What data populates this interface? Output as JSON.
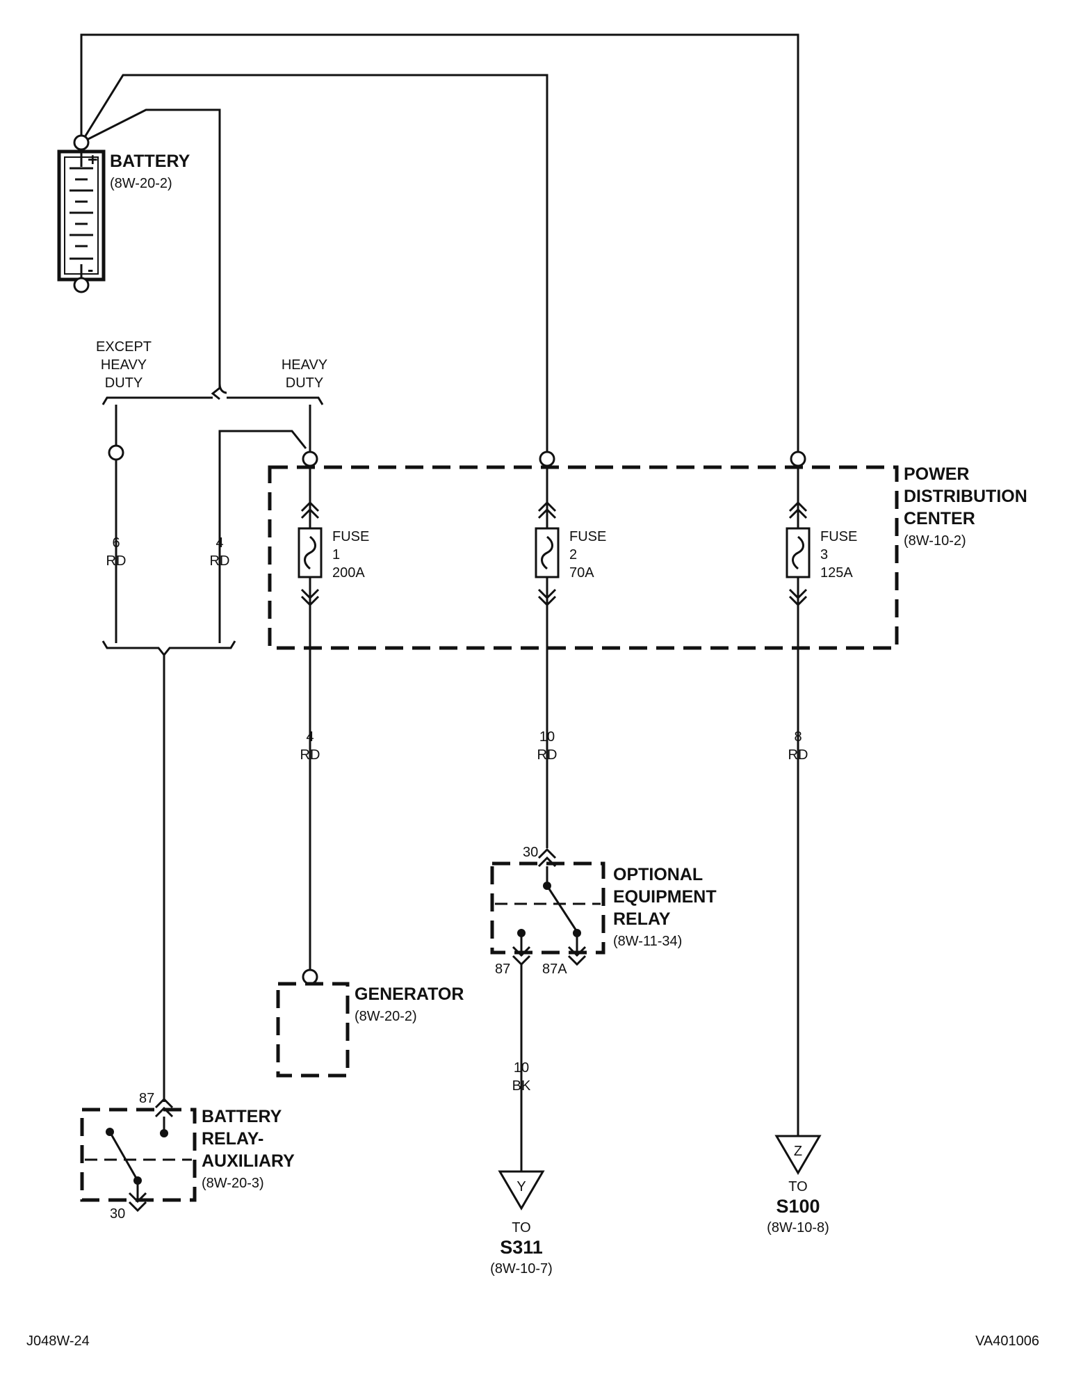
{
  "battery": {
    "name": "BATTERY",
    "ref": "(8W-20-2)",
    "plus": "+",
    "minus": "-"
  },
  "options": {
    "except_heavy_duty": [
      "EXCEPT",
      "HEAVY",
      "DUTY"
    ],
    "heavy_duty": [
      "HEAVY",
      "DUTY"
    ]
  },
  "pdc": {
    "name": [
      "POWER",
      "DISTRIBUTION",
      "CENTER"
    ],
    "ref": "(8W-10-2)"
  },
  "fuses": [
    {
      "label": "FUSE",
      "number": "1",
      "rating": "200A"
    },
    {
      "label": "FUSE",
      "number": "2",
      "rating": "70A"
    },
    {
      "label": "FUSE",
      "number": "3",
      "rating": "125A"
    }
  ],
  "wires": {
    "w6rd": {
      "gauge": "6",
      "color": "RD"
    },
    "w4rd_hd": {
      "gauge": "4",
      "color": "RD"
    },
    "w4rd_gen": {
      "gauge": "4",
      "color": "RD"
    },
    "w10rd": {
      "gauge": "10",
      "color": "RD"
    },
    "w8rd": {
      "gauge": "8",
      "color": "RD"
    },
    "w10bk": {
      "gauge": "10",
      "color": "BK"
    }
  },
  "generator": {
    "name": "GENERATOR",
    "ref": "(8W-20-2)"
  },
  "optional_relay": {
    "name": [
      "OPTIONAL",
      "EQUIPMENT",
      "RELAY"
    ],
    "ref": "(8W-11-34)",
    "pin_in": "30",
    "pin_87": "87",
    "pin_87a": "87A"
  },
  "battery_relay": {
    "name": [
      "BATTERY",
      "RELAY-",
      "AUXILIARY"
    ],
    "ref": "(8W-20-3)",
    "pin_87": "87",
    "pin_30": "30"
  },
  "connector_y": {
    "letter": "Y",
    "to": "TO",
    "dest": "S311",
    "ref": "(8W-10-7)"
  },
  "connector_z": {
    "letter": "Z",
    "to": "TO",
    "dest": "S100",
    "ref": "(8W-10-8)"
  },
  "footer": {
    "left": "J048W-24",
    "right": "VA401006"
  }
}
